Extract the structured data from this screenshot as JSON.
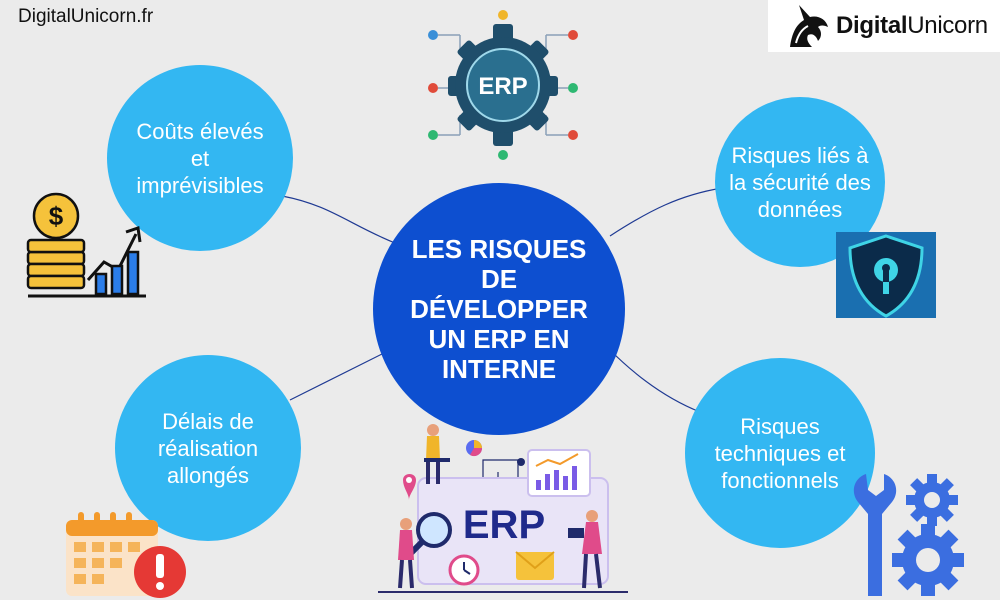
{
  "header": {
    "site_label": "DigitalUnicorn.fr",
    "logo_bold": "Digital",
    "logo_regular": "Unicorn"
  },
  "center": {
    "title": "LES RISQUES DE DÉVELOPPER UN ERP EN INTERNE"
  },
  "erp_gear": {
    "label": "ERP"
  },
  "erp_board": {
    "label": "ERP"
  },
  "risks": [
    {
      "label": "Coûts élevés et imprévisibles"
    },
    {
      "label": "Risques liés à la sécurité des données"
    },
    {
      "label": "Délais de réalisation allongés"
    },
    {
      "label": "Risques techniques et fonctionnels"
    }
  ],
  "icons": [
    "coin-growth-chart-icon",
    "security-shield-icon",
    "calendar-warning-icon",
    "wrench-gears-icon",
    "erp-gear-icon",
    "erp-team-illustration"
  ],
  "colors": {
    "background": "#ebebeb",
    "center_circle": "#0d4fd0",
    "risk_circle": "#33b7f2",
    "connector": "#1f3a93"
  }
}
